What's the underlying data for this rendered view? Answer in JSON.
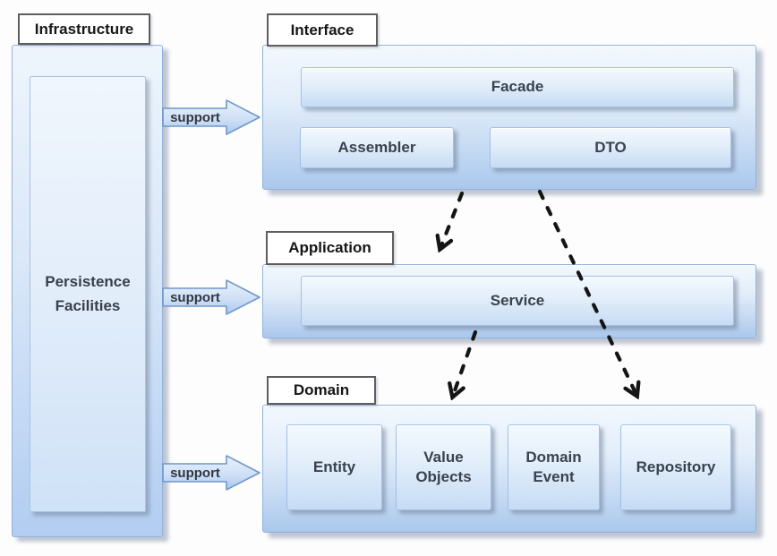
{
  "infrastructure": {
    "label": "Infrastructure",
    "inner_box": "Persistence Facilities"
  },
  "support_arrows": [
    {
      "label": "support",
      "target": "Interface"
    },
    {
      "label": "support",
      "target": "Application"
    },
    {
      "label": "support",
      "target": "Domain"
    }
  ],
  "layers": [
    {
      "label": "Interface",
      "boxes": [
        {
          "label": "Facade"
        },
        {
          "label": "Assembler"
        },
        {
          "label": "DTO"
        }
      ]
    },
    {
      "label": "Application",
      "boxes": [
        {
          "label": "Service"
        }
      ]
    },
    {
      "label": "Domain",
      "boxes": [
        {
          "label": "Entity"
        },
        {
          "label": "Value Objects"
        },
        {
          "label": "Domain Event"
        },
        {
          "label": "Repository"
        }
      ]
    }
  ],
  "connectors": [
    {
      "from": "Facade",
      "to": "Service",
      "style": "dashed-arrow"
    },
    {
      "from": "Service",
      "to": "Domain",
      "style": "dashed-arrow"
    },
    {
      "from": "DTO",
      "to": "Repository",
      "style": "dashed-arrow"
    }
  ],
  "colors": {
    "panel_top": "#f2f8fd",
    "panel_bottom": "#a9c8ed",
    "box_top": "#f3f9fe",
    "box_bottom": "#c6dcf5",
    "support_arrow_outline": "#6f97c9",
    "connector": "#151515",
    "tag_border": "#5e5e5e"
  }
}
